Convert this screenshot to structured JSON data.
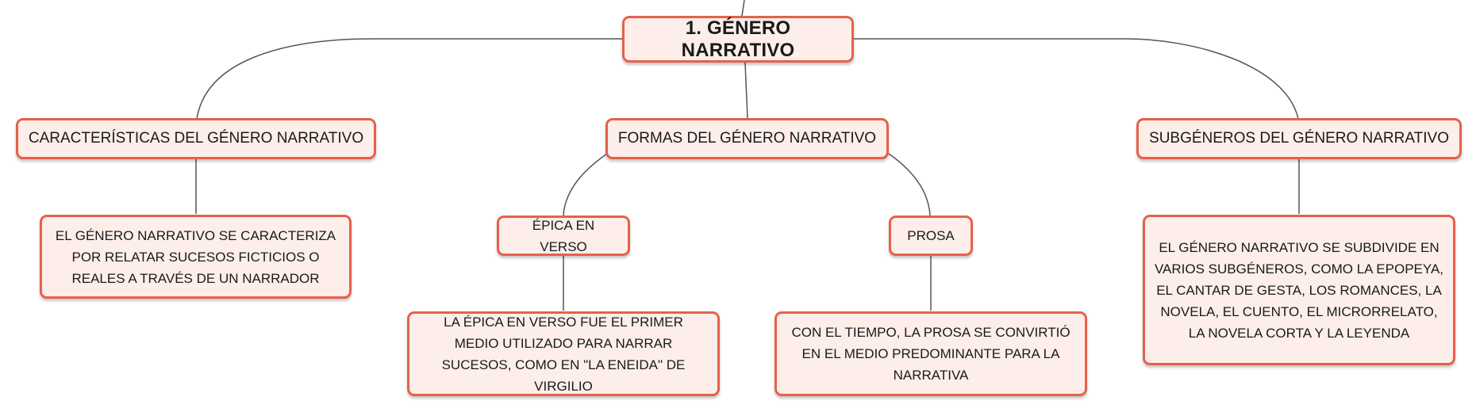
{
  "diagram": {
    "root": {
      "label": "1. GÉNERO NARRATIVO"
    },
    "branches": {
      "caracteristicas": {
        "label": "CARACTERÍSTICAS DEL GÉNERO NARRATIVO",
        "detail": "EL GÉNERO NARRATIVO SE CARACTERIZA POR RELATAR SUCESOS FICTICIOS O REALES A TRAVÉS DE UN NARRADOR"
      },
      "formas": {
        "label": "FORMAS DEL GÉNERO NARRATIVO",
        "epica": {
          "label": "ÉPICA EN VERSO",
          "detail": "LA ÉPICA EN VERSO FUE EL PRIMER MEDIO UTILIZADO PARA NARRAR SUCESOS, COMO EN \"LA ENEIDA\" DE VIRGILIO"
        },
        "prosa": {
          "label": "PROSA",
          "detail": "CON EL TIEMPO, LA PROSA SE CONVIRTIÓ EN EL MEDIO PREDOMINANTE PARA LA NARRATIVA"
        }
      },
      "subgeneros": {
        "label": "SUBGÉNEROS DEL GÉNERO NARRATIVO",
        "detail": "EL GÉNERO NARRATIVO SE SUBDIVIDE EN VARIOS SUBGÉNEROS, COMO LA EPOPEYA, EL CANTAR DE GESTA, LOS ROMANCES, LA NOVELA, EL CUENTO, EL MICRORRELATO, LA NOVELA CORTA Y LA LEYENDA"
      }
    },
    "colors": {
      "node_fill": "#fdeeea",
      "node_border": "#e5614b",
      "connector": "#555555"
    }
  }
}
